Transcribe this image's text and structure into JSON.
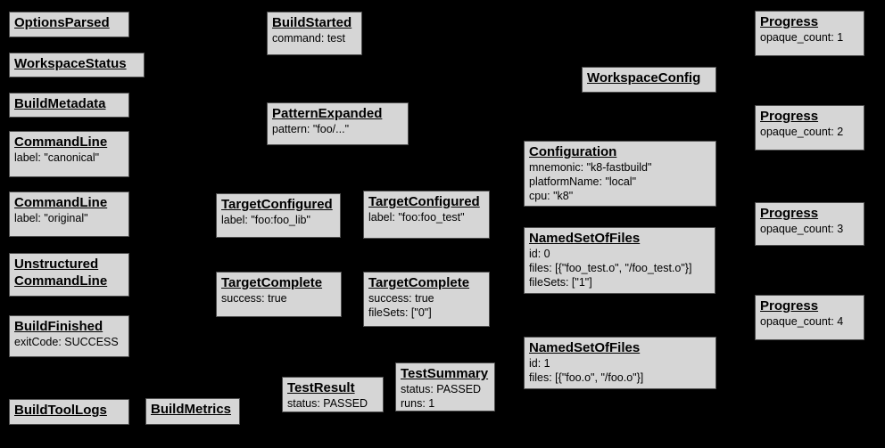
{
  "canvas": {
    "background_color": "#000000",
    "node_fill_color": "#d6d6d6",
    "node_border_color": "#4f4f4f",
    "node_text_color": "#000000"
  },
  "boxes": [
    {
      "title": "OptionsParsed",
      "lines": []
    },
    {
      "title": "WorkspaceStatus",
      "lines": []
    },
    {
      "title": "BuildMetadata",
      "lines": []
    },
    {
      "title": "CommandLine",
      "lines": [
        "label: \"canonical\""
      ]
    },
    {
      "title": "CommandLine",
      "lines": [
        "label: \"original\""
      ]
    },
    {
      "title": "Unstructured",
      "title2": "CommandLine",
      "lines": []
    },
    {
      "title": "BuildFinished",
      "lines": [
        "exitCode: SUCCESS"
      ]
    },
    {
      "title": "BuildToolLogs",
      "lines": []
    },
    {
      "title": "BuildMetrics",
      "lines": []
    },
    {
      "title": "BuildStarted",
      "lines": [
        "command: test"
      ]
    },
    {
      "title": "PatternExpanded",
      "lines": [
        "pattern: \"foo/...\""
      ]
    },
    {
      "title": "TargetConfigured",
      "lines": [
        "label: \"foo:foo_lib\""
      ]
    },
    {
      "title": "TargetConfigured",
      "lines": [
        "label: \"foo:foo_test\""
      ]
    },
    {
      "title": "TargetComplete",
      "lines": [
        "success: true"
      ]
    },
    {
      "title": "TargetComplete",
      "lines": [
        "success: true",
        "fileSets: [\"0\"]"
      ]
    },
    {
      "title": "TestResult",
      "lines": [
        "status: PASSED"
      ]
    },
    {
      "title": "TestSummary",
      "lines": [
        "status: PASSED",
        "runs: 1"
      ]
    },
    {
      "title": "WorkspaceConfig",
      "lines": []
    },
    {
      "title": "Configuration",
      "lines": [
        "mnemonic: \"k8-fastbuild\"",
        "platformName: \"local\"",
        "cpu: \"k8\""
      ]
    },
    {
      "title": "NamedSetOfFiles",
      "lines": [
        "id: 0",
        "files: [{\"foo_test.o\", \"/foo_test.o\"}]",
        "fileSets: [\"1\"]"
      ]
    },
    {
      "title": "NamedSetOfFiles",
      "lines": [
        "id: 1",
        "files: [{\"foo.o\", \"/foo.o\"}]"
      ]
    },
    {
      "title": "Progress",
      "lines": [
        "opaque_count: 1"
      ]
    },
    {
      "title": "Progress",
      "lines": [
        "opaque_count: 2"
      ]
    },
    {
      "title": "Progress",
      "lines": [
        "opaque_count: 3"
      ]
    },
    {
      "title": "Progress",
      "lines": [
        "opaque_count: 4"
      ]
    }
  ]
}
